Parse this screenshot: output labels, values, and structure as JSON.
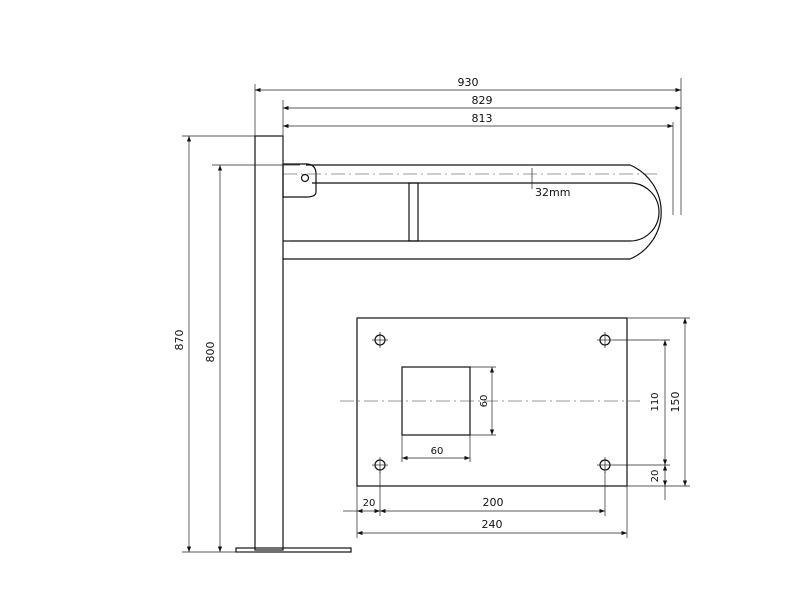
{
  "dimensions": {
    "overall_width": "930",
    "width_829": "829",
    "width_813": "813",
    "tube_diameter": "32mm",
    "overall_height": "870",
    "height_800": "800"
  },
  "plate": {
    "square_width": "60",
    "square_height": "60",
    "hole_spacing_horizontal": "200",
    "edge_offset_left": "20",
    "plate_width": "240",
    "hole_spacing_vertical": "110",
    "edge_offset_bottom": "20",
    "plate_height": "150"
  },
  "colors": {
    "line": "#111111",
    "background": "#ffffff"
  }
}
